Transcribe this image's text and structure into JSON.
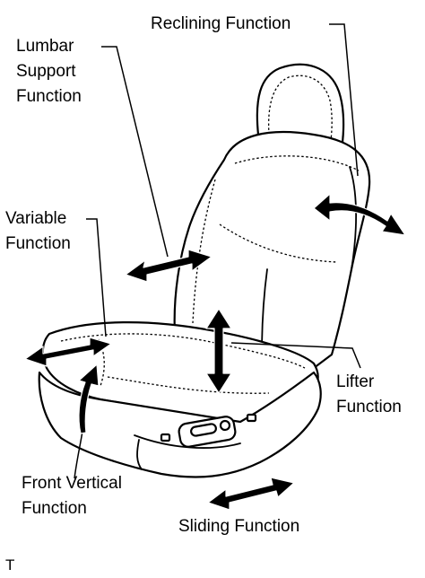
{
  "labels": {
    "reclining": "Reclining Function",
    "lumbar_1": "Lumbar",
    "lumbar_2": "Support",
    "lumbar_3": "Function",
    "variable_1": "Variable",
    "variable_2": "Function",
    "lifter_1": "Lifter",
    "lifter_2": "Function",
    "front_vertical_1": "Front Vertical",
    "front_vertical_2": "Function",
    "sliding": "Sliding Function"
  },
  "footer": "T"
}
